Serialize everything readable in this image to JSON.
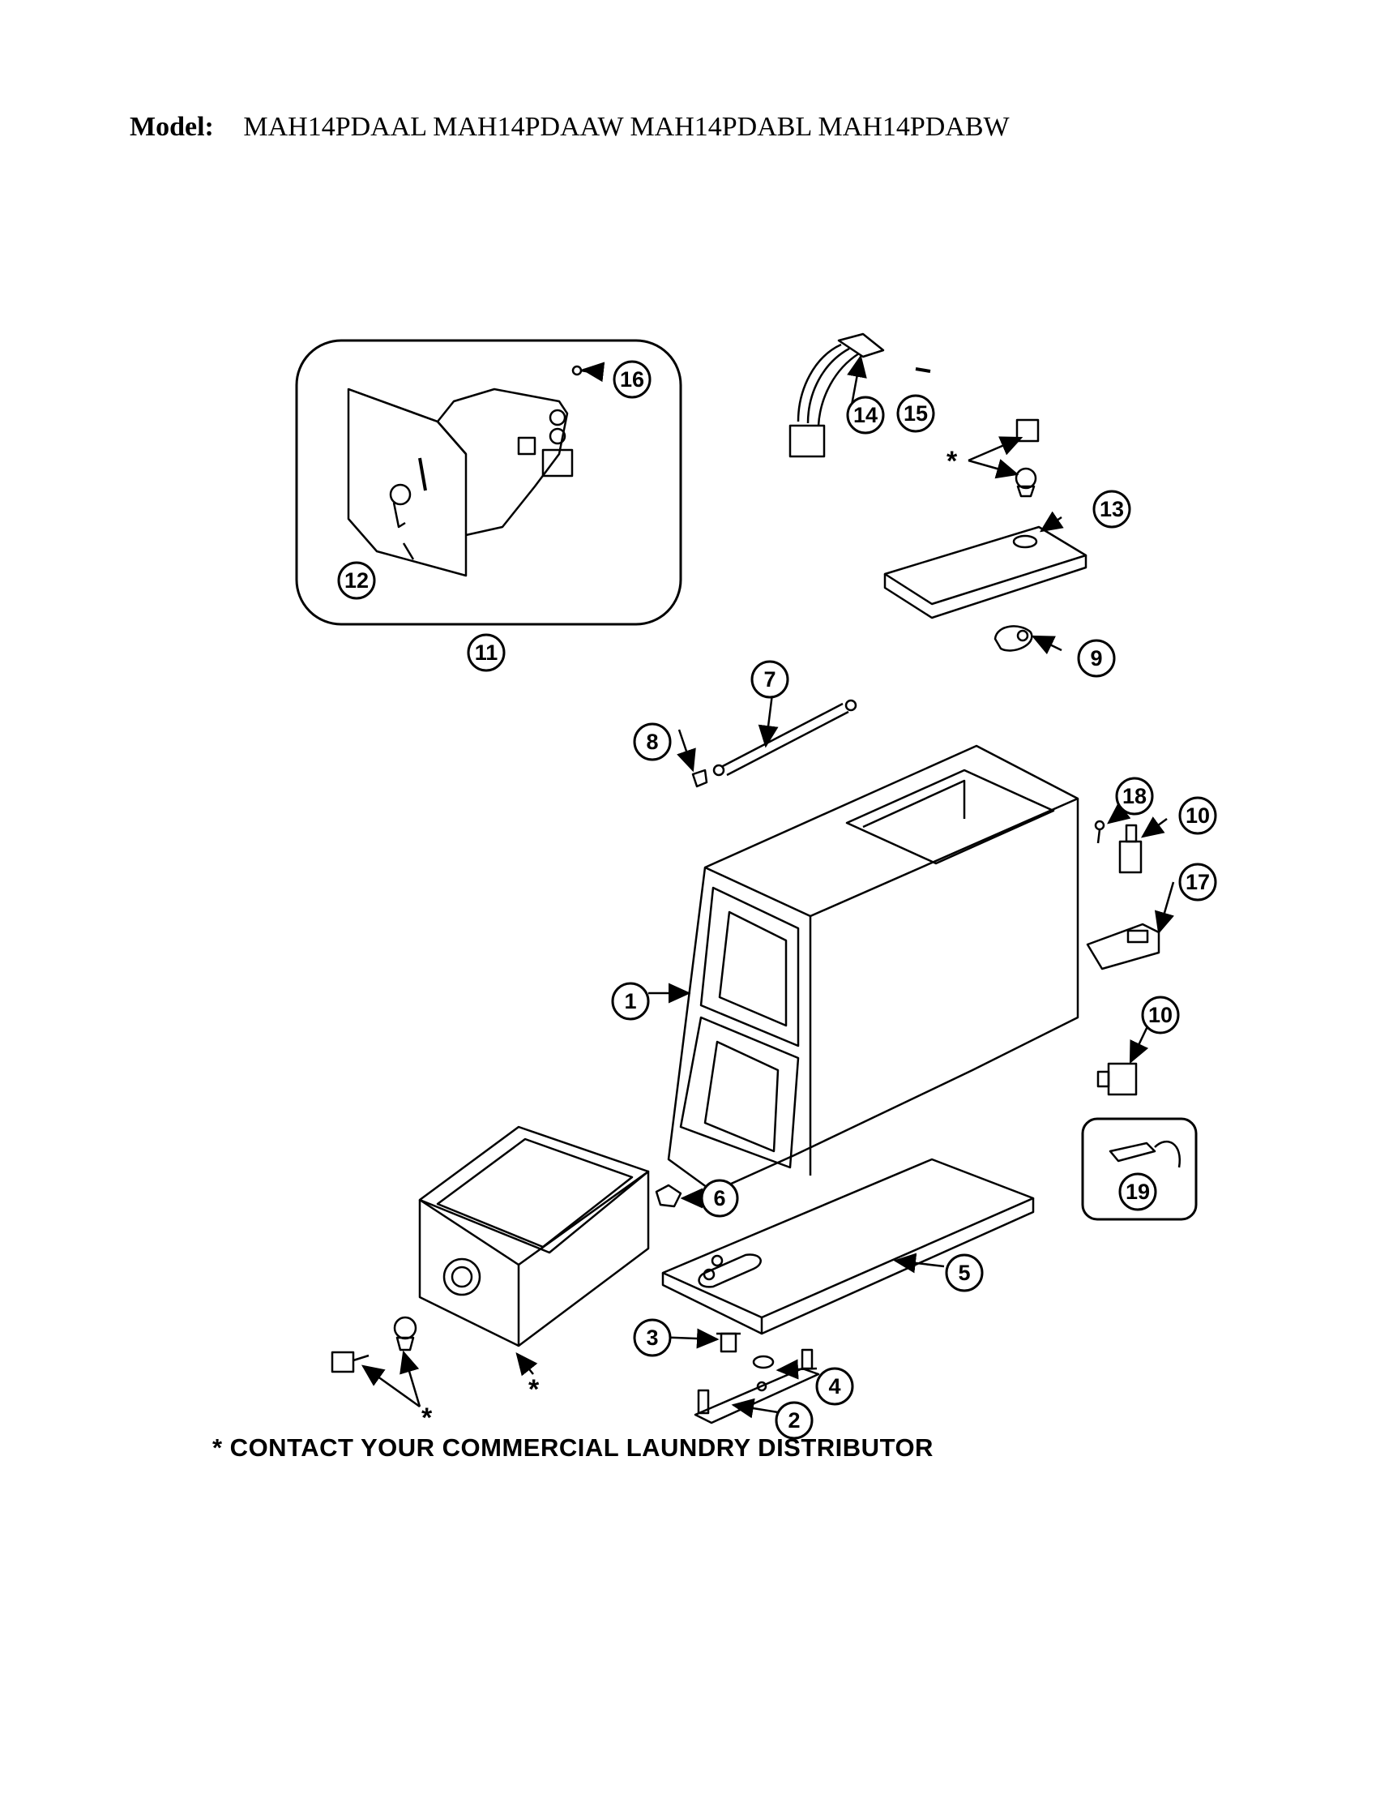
{
  "header": {
    "model_label": "Model:",
    "model_numbers": "MAH14PDAAL MAH14PDAAW MAH14PDABL MAH14PDABW"
  },
  "footnote": "* CONTACT YOUR COMMERCIAL LAUNDRY DISTRIBUTOR",
  "asterisk": "*",
  "callouts": [
    "1",
    "2",
    "3",
    "4",
    "5",
    "6",
    "7",
    "8",
    "9",
    "10",
    "11",
    "12",
    "13",
    "14",
    "15",
    "16",
    "17",
    "18",
    "19"
  ]
}
